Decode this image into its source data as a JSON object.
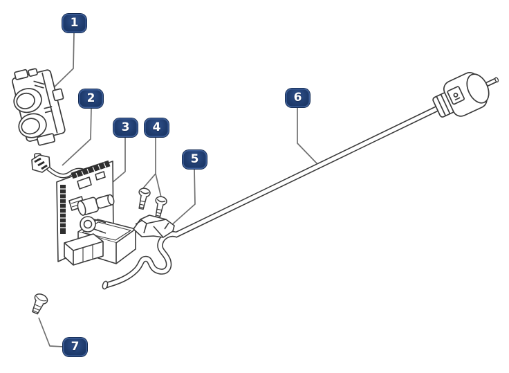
{
  "figure": {
    "kind": "exploded-parts-diagram",
    "background_color": "#ffffff",
    "line_color": "#3a3a3a",
    "leader_line_color": "#6e6e6e",
    "callout_style": {
      "background_color": "#1f3c6e",
      "highlight_color": "#31538f",
      "text_color": "#ffffff"
    },
    "callouts": [
      {
        "label": "1",
        "target": "mounting-bracket"
      },
      {
        "label": "2",
        "target": "cable-with-connector"
      },
      {
        "label": "3",
        "target": "circuit-board-assembly"
      },
      {
        "label": "4",
        "target": "screws-pair"
      },
      {
        "label": "5",
        "target": "cable-clip"
      },
      {
        "label": "6",
        "target": "power-cord"
      },
      {
        "label": "7",
        "target": "screw"
      }
    ]
  }
}
